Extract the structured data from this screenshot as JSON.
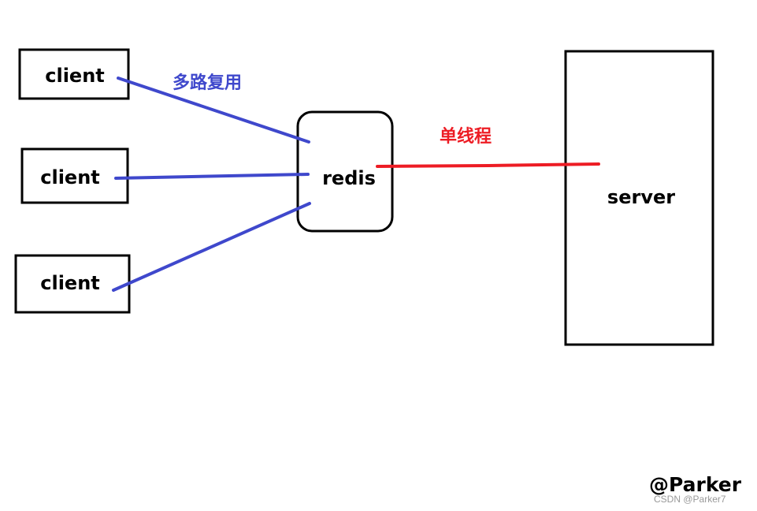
{
  "nodes": {
    "client_1": "client",
    "client_2": "client",
    "client_3": "client",
    "redis": "redis",
    "server": "server"
  },
  "edge_labels": {
    "multiplexing": "多路复用",
    "single_thread": "单线程"
  },
  "watermark": {
    "author": "@Parker",
    "source": "CSDN @Parker7"
  },
  "colors": {
    "client_edges": "#3f48cc",
    "server_edge": "#ed1c24",
    "node_border": "#000000"
  }
}
